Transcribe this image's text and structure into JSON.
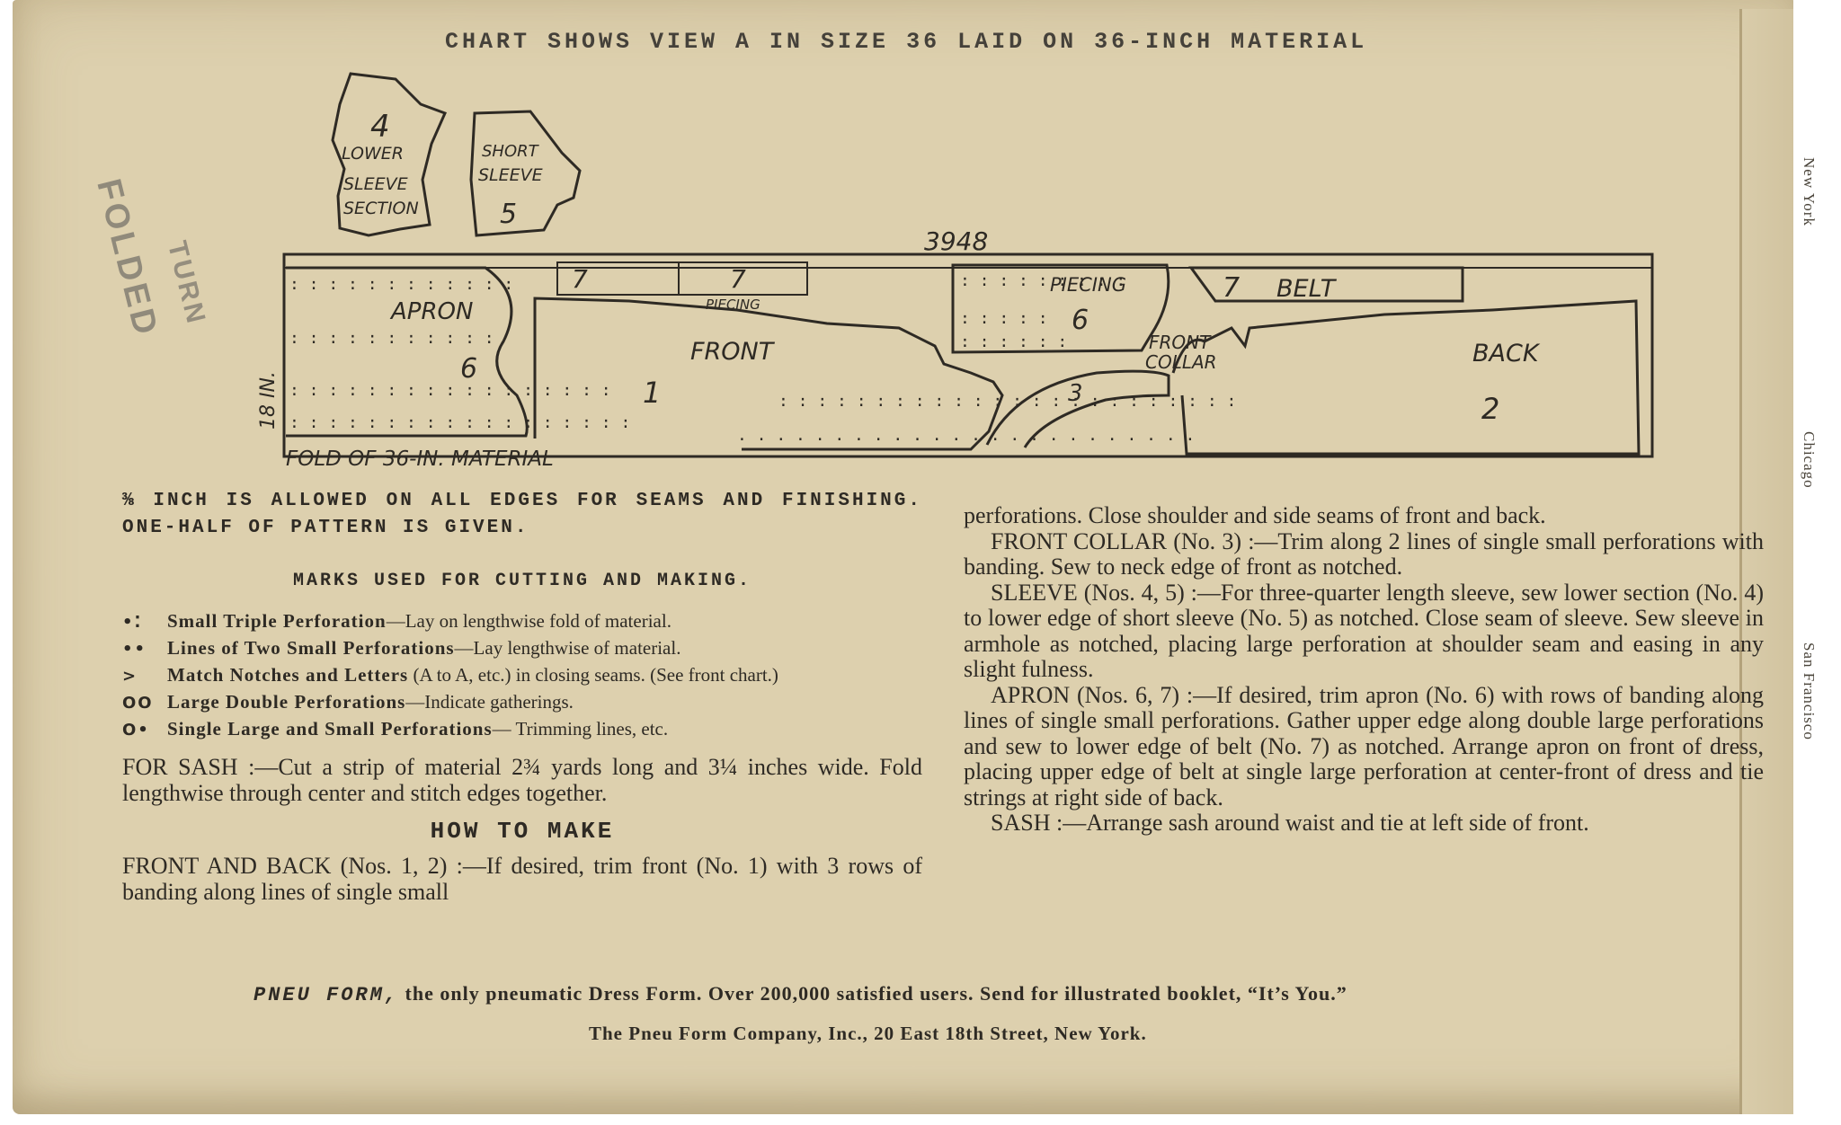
{
  "header": "CHART SHOWS VIEW A IN SIZE 36 LAID ON 36-INCH MATERIAL",
  "stamp": {
    "line1": "FOLDED",
    "line2": "TURN"
  },
  "flap_text": [
    "New York",
    "Chicago",
    "San Francisco"
  ],
  "chart": {
    "number": "3948",
    "pieces": {
      "lower_sleeve_num": "4",
      "lower_sleeve_l1": "LOWER",
      "lower_sleeve_l2": "SLEEVE",
      "lower_sleeve_l3": "SECTION",
      "short_sleeve_l1": "SHORT",
      "short_sleeve_l2": "SLEEVE",
      "short_sleeve_num": "5",
      "apron": "APRON",
      "apron_num": "6",
      "belt_strip_num_a": "7",
      "belt_strip_num_b": "7",
      "piecing_small": "PIECING",
      "front": "FRONT",
      "front_num": "1",
      "piecing": "PIECING",
      "piecing_num": "6",
      "belt_num": "7",
      "belt": "BELT",
      "front_collar_l1": "FRONT",
      "front_collar_l2": "COLLAR",
      "collar_num": "3",
      "back": "BACK",
      "back_num": "2",
      "width_label": "18 IN.",
      "fold_label": "FOLD OF 36-IN. MATERIAL"
    }
  },
  "left_col": {
    "allowance": "⅜ INCH IS ALLOWED ON ALL EDGES FOR SEAMS AND FINISHING. ONE-HALF OF PATTERN IS GIVEN.",
    "marks_title": "MARKS USED FOR CUTTING AND MAKING.",
    "marks": [
      {
        "sym": "•⁚",
        "name": "Small Triple Perforation",
        "desc": "—Lay on lengthwise fold of material."
      },
      {
        "sym": "••",
        "name": "Lines of Two Small Perforations",
        "desc": "—Lay lengthwise of material."
      },
      {
        "sym": ">",
        "name": "Match Notches and Letters",
        "desc": " (A to A, etc.) in closing seams. (See front chart.)"
      },
      {
        "sym": "OO",
        "name": "Large Double Perforations",
        "desc": "—Indicate gatherings."
      },
      {
        "sym": "O•",
        "name": "Single Large and Small Perforations",
        "desc": "— Trimming lines, etc."
      }
    ],
    "sash": "FOR SASH :—Cut a strip of material 2¾ yards long and 3¼ inches wide. Fold lengthwise through center and stitch edges together.",
    "how_title": "HOW TO MAKE",
    "front_back": "FRONT AND BACK (Nos. 1, 2) :—If desired, trim front (No. 1) with 3 rows of banding along lines of single small"
  },
  "right_col": {
    "cont": "perforations. Close shoulder and side seams of front and back.",
    "collar": "FRONT COLLAR (No. 3) :—Trim along 2 lines of single small perforations with banding. Sew to neck edge of front as notched.",
    "sleeve": "SLEEVE (Nos. 4, 5) :—For three-quarter length sleeve, sew lower section (No. 4) to lower edge of short sleeve (No. 5) as notched. Close seam of sleeve. Sew sleeve in armhole as notched, placing large perforation at shoulder seam and easing in any slight fulness.",
    "apron": "APRON (Nos. 6, 7) :—If desired, trim apron (No. 6) with rows of banding along lines of single small perforations. Gather upper edge along double large perforations and sew to lower edge of belt (No. 7) as notched. Arrange apron on front of dress, placing upper edge of belt at single large perforation at center-front of dress and tie strings at right side of back.",
    "sash": "SASH :—Arrange sash around waist and tie at left side of front."
  },
  "footer": {
    "brand": "PNEU FORM,",
    "line1": " the only pneumatic Dress Form. Over 200,000 satisfied users. Send for illustrated booklet, “It’s You.”",
    "line2": "The Pneu Form Company, Inc., 20 East 18th Street, New York."
  }
}
